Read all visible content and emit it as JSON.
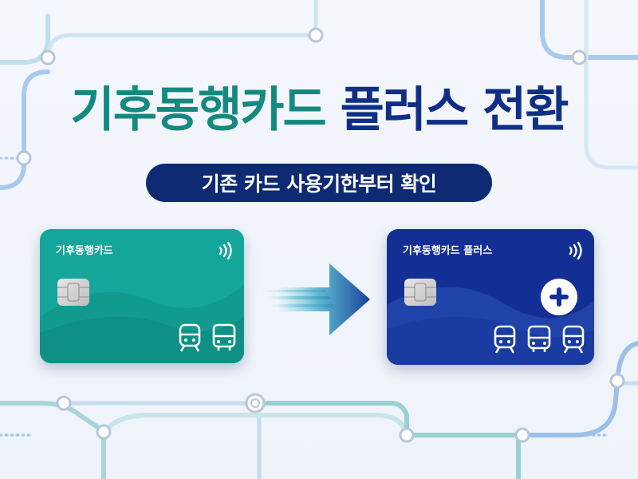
{
  "headline": {
    "part1": "기후동행카드",
    "part2": "플러스 전환",
    "color1": "#13897f",
    "color2": "#0f2f86"
  },
  "subtitle": "기존 카드 사용기한부터 확인",
  "cards": {
    "original": {
      "label": "기후동행카드",
      "color": "#14a69a",
      "icons": [
        "contactless-icon",
        "chip-icon",
        "train-icon",
        "bus-icon"
      ]
    },
    "plus": {
      "label": "기후동행카드 플러스",
      "color": "#132f95",
      "icons": [
        "contactless-icon",
        "chip-icon",
        "plus-icon",
        "train-icon",
        "bus-icon",
        "train-icon"
      ]
    }
  },
  "arrow": {
    "icon": "right-arrow-icon",
    "color": "#1a4aa3"
  }
}
